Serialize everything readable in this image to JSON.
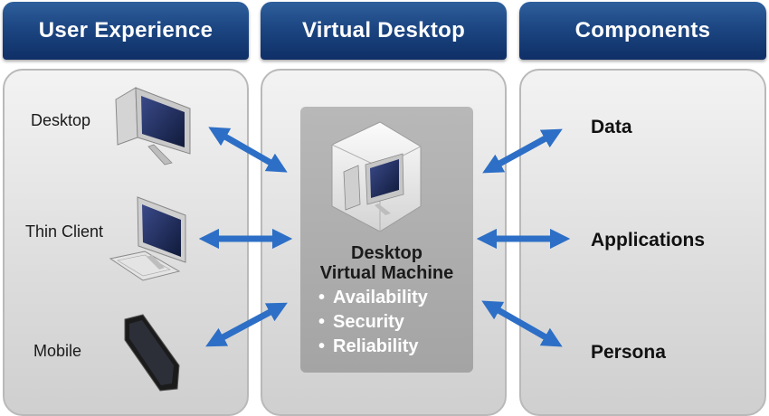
{
  "headers": {
    "user_experience": "User Experience",
    "virtual_desktop": "Virtual Desktop",
    "components": "Components"
  },
  "devices": {
    "desktop": "Desktop",
    "thin_client": "Thin Client",
    "mobile": "Mobile"
  },
  "vm": {
    "title_line1": "Desktop",
    "title_line2": "Virtual Machine",
    "features": [
      "Availability",
      "Security",
      "Reliability"
    ]
  },
  "components": {
    "data": "Data",
    "applications": "Applications",
    "persona": "Persona"
  },
  "colors": {
    "header_blue": "#1c4682",
    "arrow_blue": "#2d6fc6"
  },
  "icons": [
    "desktop-computer-icon",
    "thin-client-icon",
    "tablet-icon",
    "virtual-machine-cube-icon"
  ]
}
